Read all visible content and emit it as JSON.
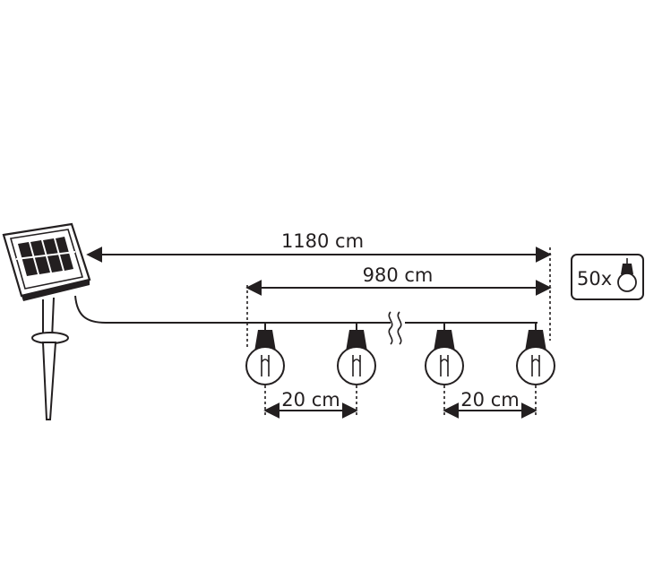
{
  "dimensions": {
    "total_length": "1180 cm",
    "lit_length": "980 cm",
    "spacing_left": "20 cm",
    "spacing_right": "20 cm"
  },
  "badge": {
    "count": "50x",
    "icon": "bulb-icon"
  },
  "icons": {
    "panel": "solar-panel-icon",
    "stake": "ground-stake-icon",
    "bulb": "bulb-icon",
    "break": "cable-break-icon"
  },
  "colors": {
    "ink": "#231f20",
    "background": "#ffffff"
  }
}
